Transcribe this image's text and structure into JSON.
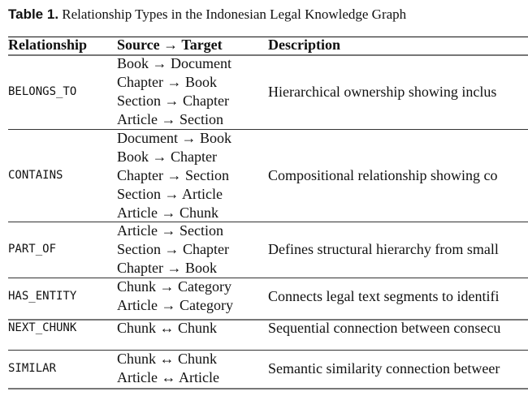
{
  "caption": {
    "label": "Table 1.",
    "text": "Relationship Types in the Indonesian Legal Knowledge Graph"
  },
  "table": {
    "headers": [
      "Relationship",
      "Source → Target",
      "Description"
    ],
    "rows": [
      {
        "relationship": "BELONGS_TO",
        "pairs": [
          "Book → Document",
          "Chapter → Book",
          "Section → Chapter",
          "Article → Section"
        ],
        "description": "Hierarchical ownership showing inclus"
      },
      {
        "relationship": "CONTAINS",
        "pairs": [
          "Document → Book",
          "Book → Chapter",
          "Chapter → Section",
          "Section → Article",
          "Article → Chunk"
        ],
        "description": "Compositional relationship showing co"
      },
      {
        "relationship": "PART_OF",
        "pairs": [
          "Article → Section",
          "Section → Chapter",
          "Chapter → Book"
        ],
        "description": "Defines structural hierarchy from small"
      },
      {
        "relationship": "HAS_ENTITY",
        "pairs": [
          "Chunk → Category",
          "Article → Category"
        ],
        "description": "Connects legal text segments to identifi"
      },
      {
        "relationship": "NEXT_CHUNK",
        "pairs": [
          "Chunk ↔ Chunk"
        ],
        "description": "Sequential connection between consecu"
      },
      {
        "relationship": "SIMILAR",
        "pairs": [
          "Chunk ↔ Chunk",
          "Article ↔ Article"
        ],
        "description": "Semantic similarity connection betweer"
      }
    ]
  }
}
